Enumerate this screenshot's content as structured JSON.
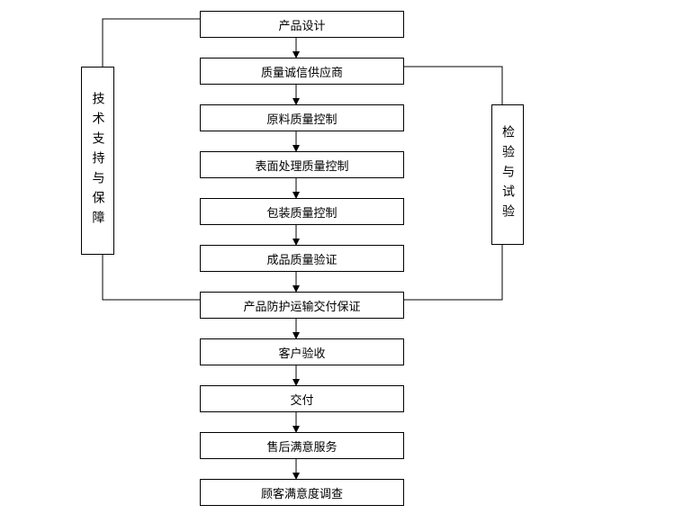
{
  "steps": [
    "产品设计",
    "质量诚信供应商",
    "原料质量控制",
    "表面处理质量控制",
    "包装质量控制",
    "成品质量验证",
    "产品防护运输交付保证",
    "客户验收",
    "交付",
    "售后满意服务",
    "顾客满意度调查"
  ],
  "left_side_label": "技术支持与保障",
  "right_side_label": "检验与试验",
  "colors": {
    "line": "#000000",
    "background": "#ffffff"
  }
}
